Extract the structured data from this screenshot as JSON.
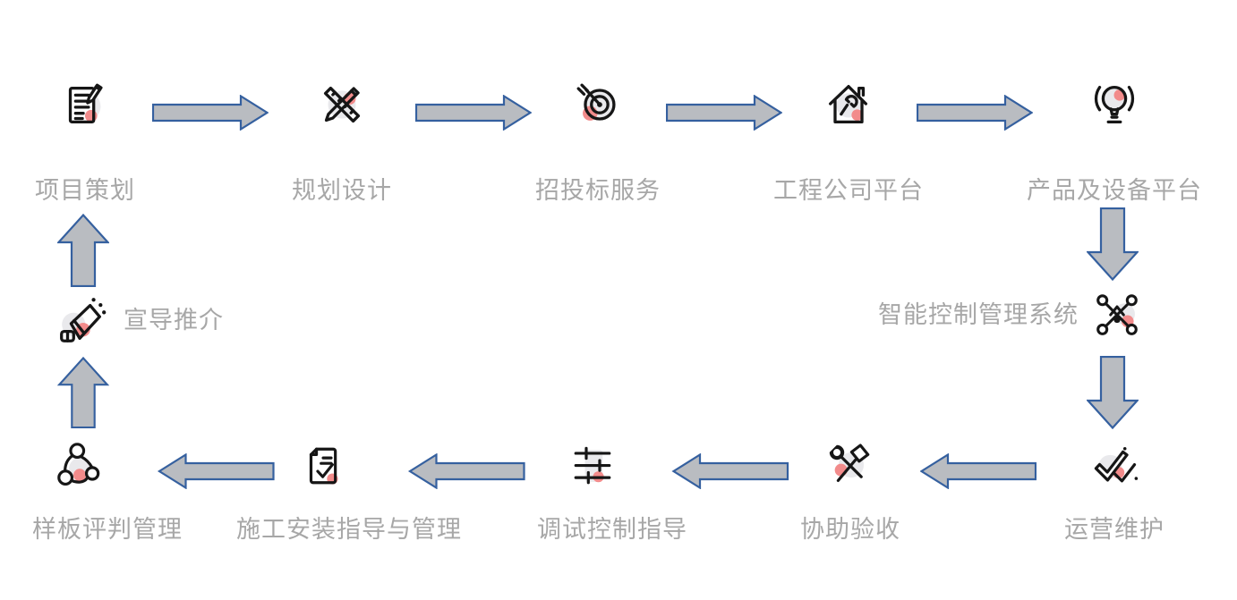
{
  "diagram": {
    "type": "process-loop-flowchart",
    "flow_direction": "clockwise",
    "colors": {
      "background": "#ffffff",
      "arrow_fill": "#b9bcc1",
      "arrow_stroke": "#35609f",
      "label_text": "#a7a7a7",
      "icon_stroke": "#161616",
      "icon_background": "#e9e9ec",
      "icon_accent": "#f28b8b"
    },
    "nodes": [
      {
        "id": "project-planning",
        "label": "项目策划",
        "icon": "document-pencil-icon"
      },
      {
        "id": "planning-design",
        "label": "规划设计",
        "icon": "ruler-pencil-icon"
      },
      {
        "id": "bidding-service",
        "label": "招投标服务",
        "icon": "target-dart-icon"
      },
      {
        "id": "engineering-company-platform",
        "label": "工程公司平台",
        "icon": "house-wrench-icon"
      },
      {
        "id": "product-equipment-platform",
        "label": "产品及设备平台",
        "icon": "lightbulb-icon"
      },
      {
        "id": "intelligent-control-management-system",
        "label": "智能控制管理系统",
        "icon": "network-nodes-icon"
      },
      {
        "id": "operation-maintenance",
        "label": "运营维护",
        "icon": "double-check-icon"
      },
      {
        "id": "acceptance-assistance",
        "label": "协助验收",
        "icon": "wrench-hammer-icon"
      },
      {
        "id": "debugging-control-guidance",
        "label": "调试控制指导",
        "icon": "sliders-icon"
      },
      {
        "id": "construction-installation-guidance",
        "label": "施工安装指导与管理",
        "icon": "document-check-icon"
      },
      {
        "id": "sample-evaluation-management",
        "label": "样板评判管理",
        "icon": "molecule-icon"
      },
      {
        "id": "promotion",
        "label": "宣导推介",
        "icon": "megaphone-icon"
      }
    ],
    "arrows": [
      {
        "from": "项目策划",
        "to": "规划设计",
        "direction": "right"
      },
      {
        "from": "规划设计",
        "to": "招投标服务",
        "direction": "right"
      },
      {
        "from": "招投标服务",
        "to": "工程公司平台",
        "direction": "right"
      },
      {
        "from": "工程公司平台",
        "to": "产品及设备平台",
        "direction": "right"
      },
      {
        "from": "产品及设备平台",
        "to": "智能控制管理系统",
        "direction": "down"
      },
      {
        "from": "智能控制管理系统",
        "to": "运营维护",
        "direction": "down"
      },
      {
        "from": "运营维护",
        "to": "协助验收",
        "direction": "left"
      },
      {
        "from": "协助验收",
        "to": "调试控制指导",
        "direction": "left"
      },
      {
        "from": "调试控制指导",
        "to": "施工安装指导与管理",
        "direction": "left"
      },
      {
        "from": "施工安装指导与管理",
        "to": "样板评判管理",
        "direction": "left"
      },
      {
        "from": "样板评判管理",
        "to": "宣导推介",
        "direction": "up"
      },
      {
        "from": "宣导推介",
        "to": "项目策划",
        "direction": "up"
      }
    ]
  }
}
